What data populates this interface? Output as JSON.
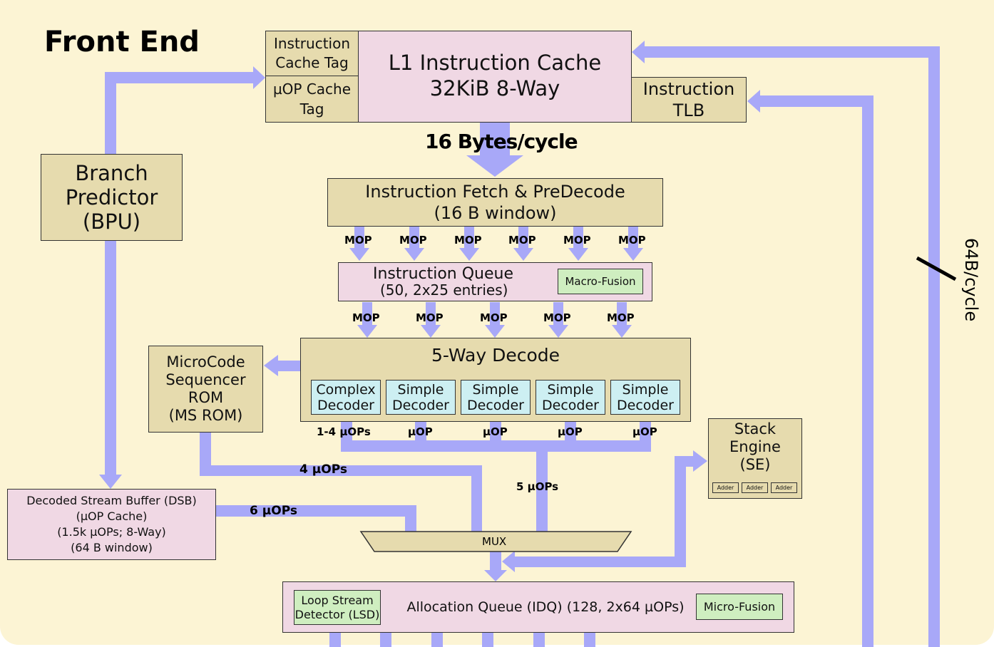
{
  "title": "Front End",
  "blocks": {
    "icache_tag": [
      "Instruction",
      "Cache Tag"
    ],
    "uop_cache_tag": [
      "µOP Cache",
      "Tag"
    ],
    "l1_icache": [
      "L1 Instruction Cache",
      "32KiB 8-Way"
    ],
    "itlb": [
      "Instruction",
      "TLB"
    ],
    "bpu": [
      "Branch",
      "Predictor",
      "(BPU)"
    ],
    "fetch": [
      "Instruction Fetch & PreDecode",
      "(16 B window)"
    ],
    "iq": [
      "Instruction Queue",
      "(50, 2x25 entries)"
    ],
    "macro_fusion": "Macro-Fusion",
    "decode_title": "5-Way Decode",
    "decoders": [
      [
        "Complex",
        "Decoder"
      ],
      [
        "Simple",
        "Decoder"
      ],
      [
        "Simple",
        "Decoder"
      ],
      [
        "Simple",
        "Decoder"
      ],
      [
        "Simple",
        "Decoder"
      ]
    ],
    "msrom": [
      "MicroCode",
      "Sequencer",
      "ROM",
      "(MS ROM)"
    ],
    "stack_engine": [
      "Stack",
      "Engine",
      "(SE)"
    ],
    "adders": [
      "Adder",
      "Adder",
      "Adder"
    ],
    "dsb": [
      "Decoded Stream Buffer (DSB)",
      "(µOP Cache)",
      "(1.5k µOPs; 8-Way)",
      "(64 B window)"
    ],
    "mux": "MUX",
    "lsd": [
      "Loop Stream",
      "Detector (LSD)"
    ],
    "idq": "Allocation Queue (IDQ) (128, 2x64 µOPs)",
    "micro_fusion": "Micro-Fusion"
  },
  "labels": {
    "bytes_cycle": "16 Bytes/cycle",
    "bus_64b": "64B/cycle",
    "mop_row1": [
      "MOP",
      "MOP",
      "MOP",
      "MOP",
      "MOP",
      "MOP"
    ],
    "mop_row2": [
      "MOP",
      "MOP",
      "MOP",
      "MOP",
      "MOP"
    ],
    "uop_row": [
      "1-4 µOPs",
      "µOP",
      "µOP",
      "µOP",
      "µOP"
    ],
    "msrom_uops": "4 µOPs",
    "dsb_uops": "6 µOPs",
    "decode_uops": "5 µOPs"
  },
  "colors": {
    "background": "#fcf4d4",
    "arrow": "#a8a8f8",
    "block_tan": "#e6dbae",
    "block_pink": "#f0d8e4",
    "block_green": "#cfeec0",
    "block_cyan": "#cdeff2"
  }
}
